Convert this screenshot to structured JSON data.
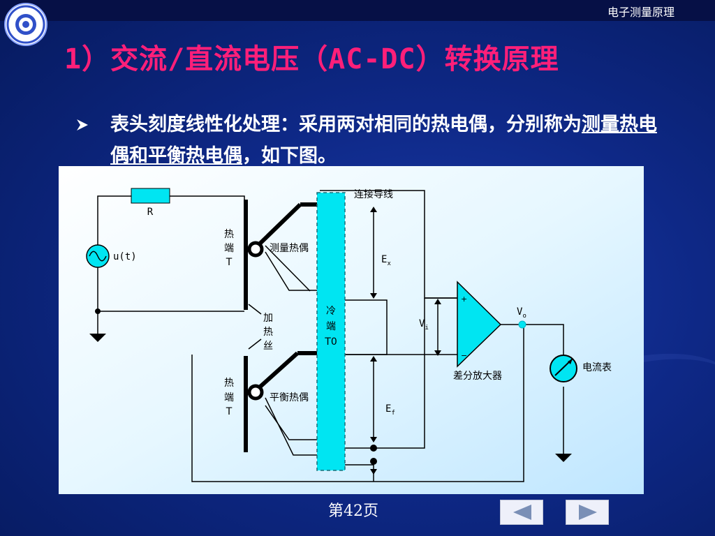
{
  "header": {
    "text": "电子测量原理"
  },
  "title": "1）交流/直流电压（AC-DC）转换原理",
  "bullet": {
    "text_plain1": "表头刻度线性化处理：采用两对相同的热电偶，分别称为",
    "underline": "测量热电偶和平衡热电偶",
    "text_plain2": "，如下图。"
  },
  "diagram": {
    "labels": {
      "r": "R",
      "ut": "u(t)",
      "hot_top": [
        "热",
        "端",
        "T"
      ],
      "hot_bottom": [
        "热",
        "端",
        "T"
      ],
      "measure_tc": "测量热偶",
      "balance_tc": "平衡热偶",
      "heater": [
        "加",
        "热",
        "丝"
      ],
      "cold": [
        "冷",
        "端",
        "T0"
      ],
      "wire": "连接导线",
      "ex": "E",
      "ex_sub": "x",
      "ef": "E",
      "ef_sub": "f",
      "vi": "V",
      "vi_sub": "i",
      "vo": "V",
      "vo_sub": "o",
      "amp": "差分放大器",
      "ammeter": "电流表",
      "plus": "+",
      "minus": "−"
    },
    "colors": {
      "accent": "#00e5f2",
      "background": "#ffffff",
      "wire": "#000000"
    }
  },
  "footer": {
    "page": "第42页"
  },
  "nav": {
    "prev": "previous-slide",
    "next": "next-slide"
  },
  "colors": {
    "title": "#ff1f79",
    "text": "#ffffff",
    "background": "#0e2886"
  }
}
